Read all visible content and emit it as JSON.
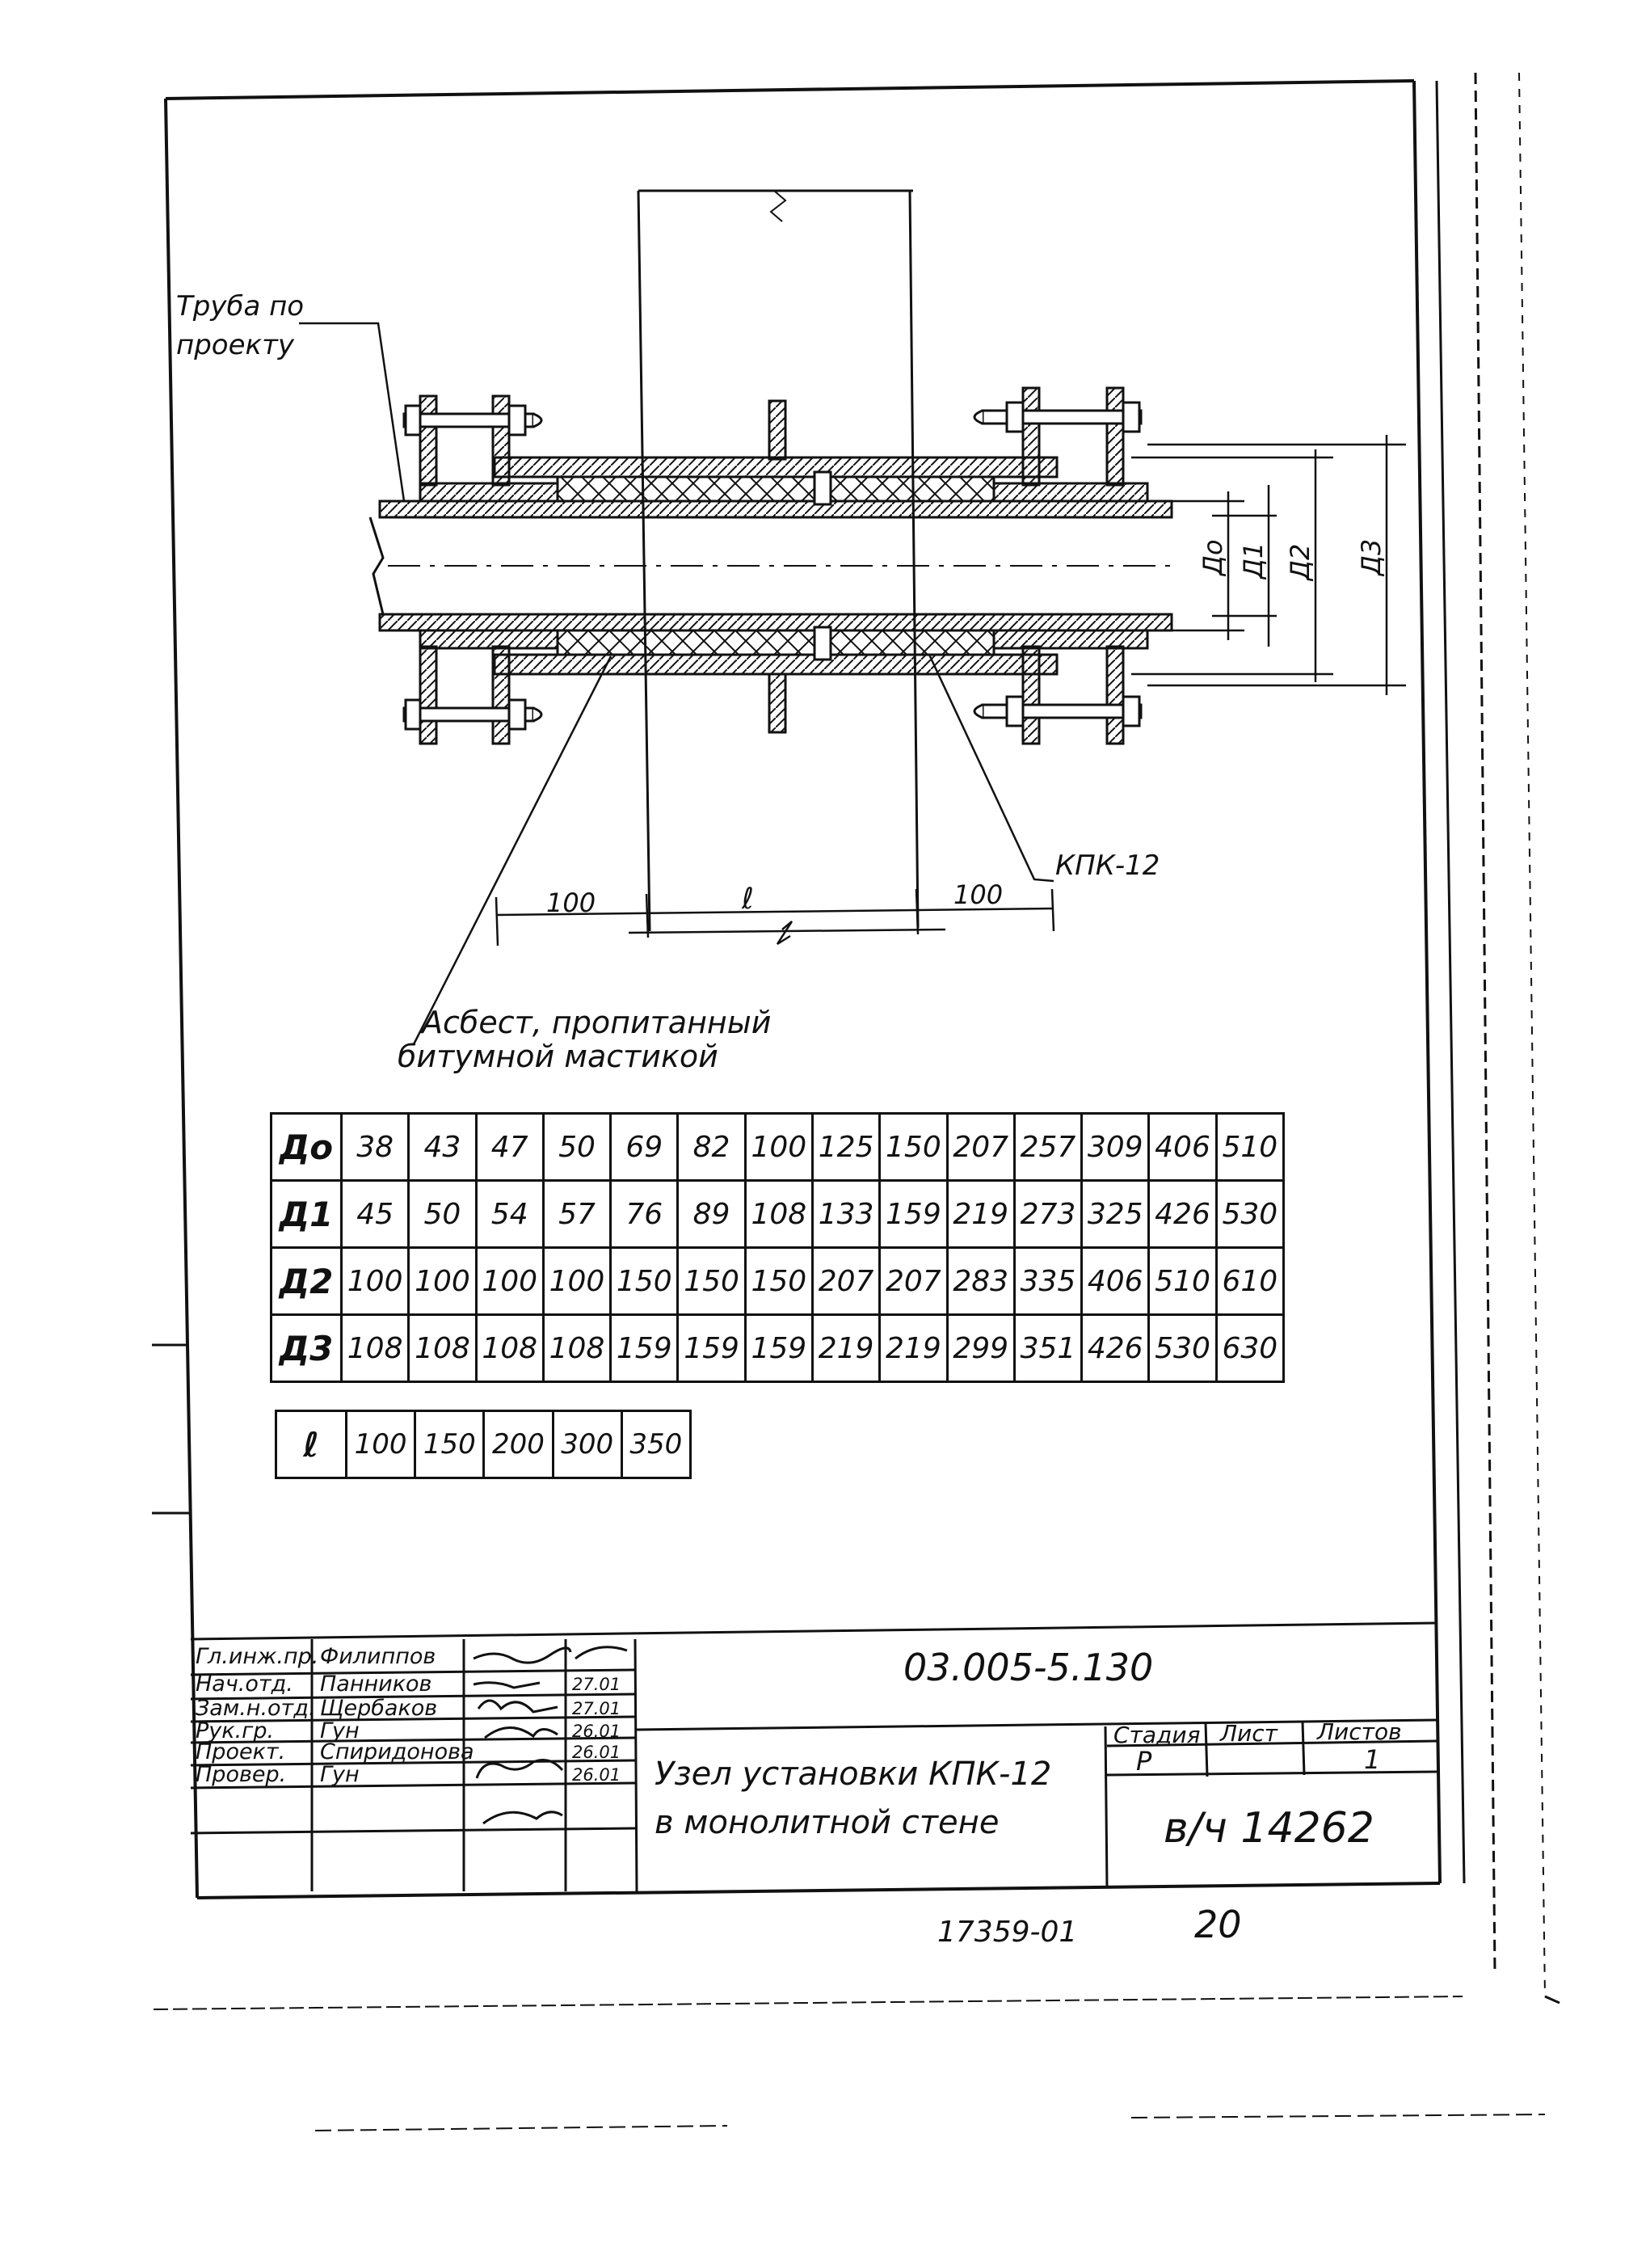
{
  "labels": {
    "pipe_line1": "Труба по",
    "pipe_line2": "проекту",
    "kpk": "КПК-12",
    "asbestos_line1": "Асбест, пропитанный",
    "asbestos_line2": "битумной мастикой",
    "dim_100_left": "100",
    "dim_l": "ℓ",
    "dim_100_right": "100",
    "d0": "До",
    "d1": "Д1",
    "d2": "Д2",
    "d3": "Д3"
  },
  "dimension_table": {
    "rows": [
      {
        "label": "До",
        "values": [
          "38",
          "43",
          "47",
          "50",
          "69",
          "82",
          "100",
          "125",
          "150",
          "207",
          "257",
          "309",
          "406",
          "510"
        ]
      },
      {
        "label": "Д1",
        "values": [
          "45",
          "50",
          "54",
          "57",
          "76",
          "89",
          "108",
          "133",
          "159",
          "219",
          "273",
          "325",
          "426",
          "530"
        ]
      },
      {
        "label": "Д2",
        "values": [
          "100",
          "100",
          "100",
          "100",
          "150",
          "150",
          "150",
          "207",
          "207",
          "283",
          "335",
          "406",
          "510",
          "610"
        ]
      },
      {
        "label": "Д3",
        "values": [
          "108",
          "108",
          "108",
          "108",
          "159",
          "159",
          "159",
          "219",
          "219",
          "299",
          "351",
          "426",
          "530",
          "630"
        ]
      }
    ]
  },
  "length_table": {
    "label": "ℓ",
    "values": [
      "100",
      "150",
      "200",
      "300",
      "350"
    ]
  },
  "title_block": {
    "doc_number": "03.005-5.130",
    "title_line1": "Узел установки КПК-12",
    "title_line2": "в монолитной стене",
    "stage_header": "Стадия",
    "sheet_header": "Лист",
    "sheets_header": "Листов",
    "stage_value": "Р",
    "sheet_value": "",
    "sheets_value": "1",
    "organization": "в/ч 14262",
    "signatures": [
      {
        "role": "Гл.инж.пр.",
        "name": "Филиппов",
        "date": ""
      },
      {
        "role": "Нач.отд.",
        "name": "Панников",
        "date": "27.01"
      },
      {
        "role": "Зам.н.отд.",
        "name": "Щербаков",
        "date": "27.01"
      },
      {
        "role": "Рук.гр.",
        "name": "Гун",
        "date": "26.01"
      },
      {
        "role": "Проект.",
        "name": "Спиридонова",
        "date": "26.01"
      },
      {
        "role": "Провер.",
        "name": "Гун",
        "date": "26.01"
      }
    ]
  },
  "footer": {
    "archive_number": "17359-01",
    "page_number": "20"
  }
}
